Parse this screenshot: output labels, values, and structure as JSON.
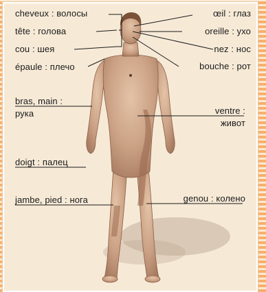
{
  "labels": {
    "cheveux": "cheveux : волосы",
    "tete": "tête : голова",
    "cou": "cou : шея",
    "epaule": "épaule : плечо",
    "bras": "bras, main :",
    "bras_ru": "рука",
    "doigt": "doigt : палец",
    "jambe": "jambe, pied : нога",
    "oeil": "œil : глаз",
    "oreille": "oreille : ухо",
    "nez": "nez : нос",
    "bouche": "bouche : рот",
    "ventre": "ventre :",
    "ventre_ru": "живот",
    "genou": "genou : колено"
  },
  "colors": {
    "stripe_orange": "#f7b06f",
    "panel_bg": "#f6ead7",
    "skin": "#cfa585",
    "skin_shadow": "#9b6a50"
  }
}
